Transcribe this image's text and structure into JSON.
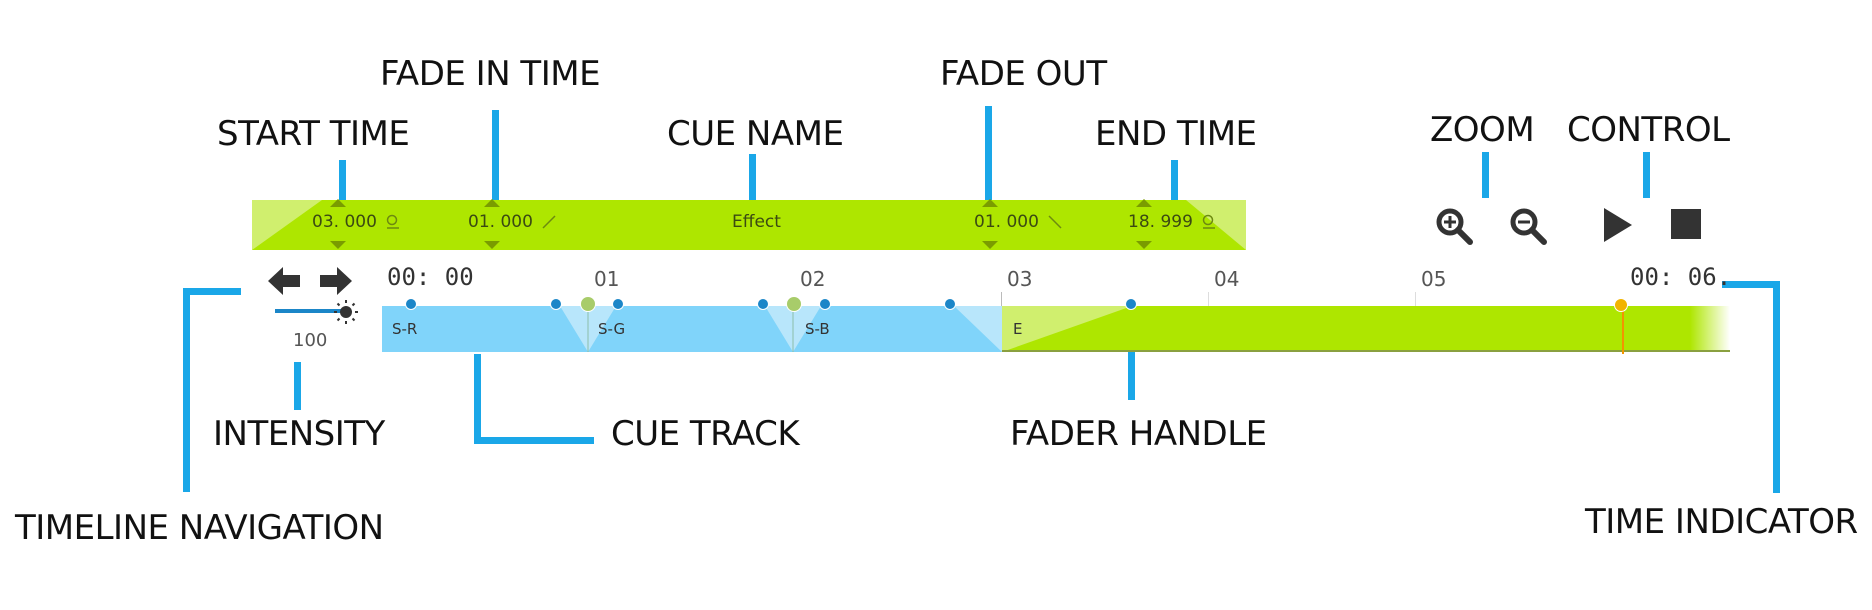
{
  "callouts": {
    "start_time": "START TIME",
    "fade_in_time": "FADE IN TIME",
    "cue_name": "CUE NAME",
    "fade_out": "FADE OUT",
    "end_time": "END TIME",
    "zoom": "ZOOM",
    "control": "CONTROL",
    "intensity": "INTENSITY",
    "cue_track": "CUE TRACK",
    "fader_handle": "FADER HANDLE",
    "timeline_navigation": "TIMELINE NAVIGATION",
    "time_indicator": "TIME INDICATOR"
  },
  "cue_bar": {
    "start_time": "03. 000",
    "fade_in_time": "01. 000",
    "cue_name": "Effect",
    "fade_out_time": "01. 000",
    "end_time": "18. 999"
  },
  "timeline": {
    "start_label": "00: 00",
    "ticks": [
      "01",
      "02",
      "03",
      "04",
      "05"
    ],
    "current_time": "00: 06.",
    "intensity_value": "100"
  },
  "cues": [
    "S-R",
    "S-G",
    "S-B",
    "E"
  ],
  "icons": {
    "zoom_in": "zoom-in-icon",
    "zoom_out": "zoom-out-icon",
    "play": "play-icon",
    "stop": "stop-icon",
    "nav_left": "arrow-left-icon",
    "nav_right": "arrow-right-icon",
    "intensity": "sun-icon"
  },
  "colors": {
    "accent_green": "#aee600",
    "cue_blue": "#80d4fa",
    "callout_line": "#1aa7e8",
    "playhead": "#f29400"
  }
}
